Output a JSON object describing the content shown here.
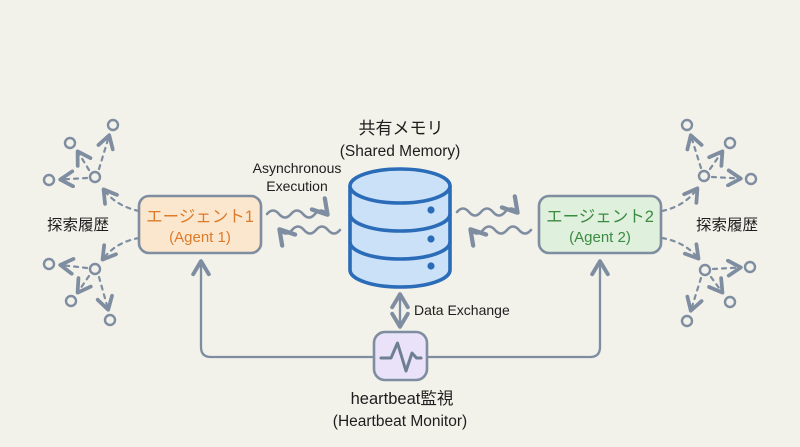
{
  "diagram": {
    "shared_memory": {
      "jp": "共有メモリ",
      "en": "(Shared Memory)"
    },
    "agent1": {
      "jp": "エージェント1",
      "en": "(Agent 1)"
    },
    "agent2": {
      "jp": "エージェント2",
      "en": "(Agent 2)"
    },
    "search_history_left": "探索履歴",
    "search_history_right": "探索履歴",
    "async_execution": {
      "line1": "Asynchronous",
      "line2": "Execution"
    },
    "data_exchange": "Data Exchange",
    "heartbeat": {
      "jp": "heartbeat監視",
      "en": "(Heartbeat Monitor)"
    },
    "icons": {
      "database": "database-icon",
      "heartbeat": "heartbeat-pulse-icon",
      "exploration_trees": "branching-search-tree-icon"
    },
    "colors": {
      "background": "#f2f1ea",
      "line_gray": "#7f8da1",
      "tree_gray": "#7e8ea0",
      "db_stroke": "#2b6cb8",
      "db_fill": "#cbe1f8",
      "agent1_fill": "#fbe7cd",
      "agent1_text": "#dd7b2b",
      "agent2_fill": "#dff0dc",
      "agent2_text": "#3c8b42",
      "monitor_fill": "#e9e2f8",
      "dark_text": "#1e1e1e"
    }
  }
}
